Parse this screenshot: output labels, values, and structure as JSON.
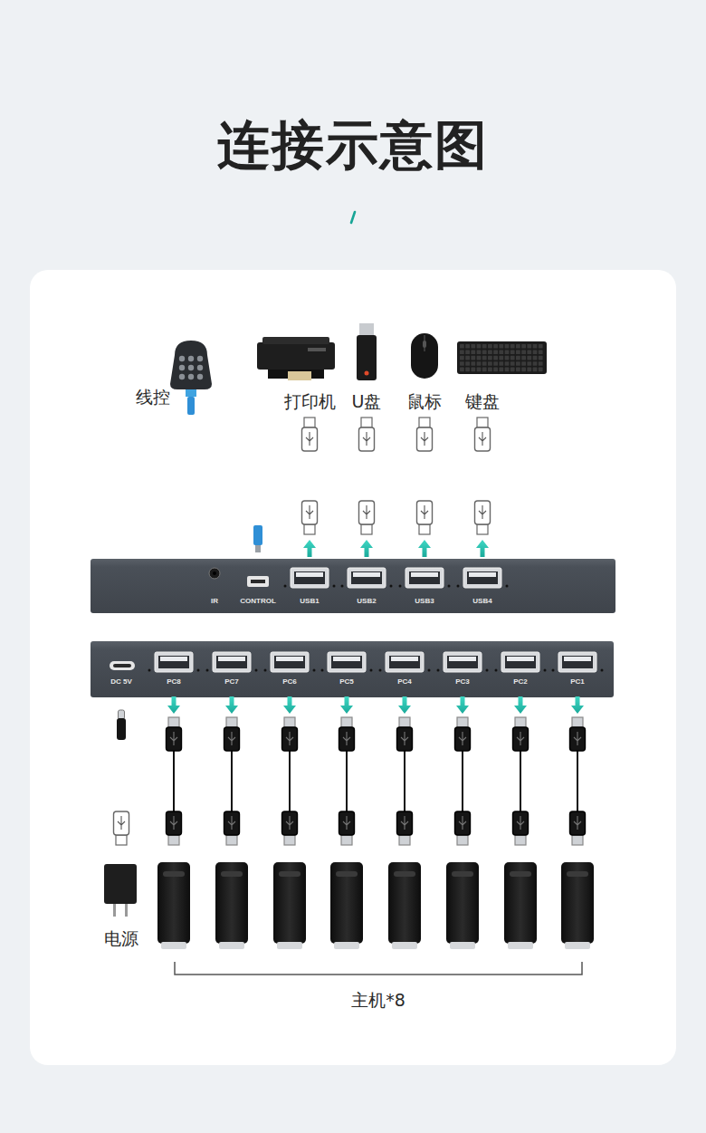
{
  "diagram": {
    "title": "连接示意图",
    "nodes": [
      {
        "text": [
          "线控"
        ]
      },
      {
        "text": [
          "打印机"
        ]
      },
      {
        "text": [
          "U盘"
        ]
      },
      {
        "text": [
          "鼠标"
        ]
      },
      {
        "text": [
          "键盘"
        ]
      },
      {
        "text": [
          "IR"
        ]
      },
      {
        "text": [
          "CONTROL"
        ]
      },
      {
        "text": [
          "USB1"
        ]
      },
      {
        "text": [
          "USB2"
        ]
      },
      {
        "text": [
          "USB3"
        ]
      },
      {
        "text": [
          "USB4"
        ]
      },
      {
        "text": [
          "DC 5V"
        ]
      },
      {
        "text": [
          "PC8"
        ]
      },
      {
        "text": [
          "PC7"
        ]
      },
      {
        "text": [
          "PC6"
        ]
      },
      {
        "text": [
          "PC5"
        ]
      },
      {
        "text": [
          "PC4"
        ]
      },
      {
        "text": [
          "PC3"
        ]
      },
      {
        "text": [
          "PC2"
        ]
      },
      {
        "text": [
          "PC1"
        ]
      },
      {
        "text": [
          "电源"
        ]
      }
    ],
    "edges": [
      {
        "from": 0,
        "to": 6,
        "arrow": "none"
      },
      {
        "from": 1,
        "to": 7,
        "arrow": "none"
      },
      {
        "from": 2,
        "to": 8,
        "arrow": "none"
      },
      {
        "from": 3,
        "to": 9,
        "arrow": "none"
      },
      {
        "from": 4,
        "to": 10,
        "arrow": "none"
      },
      {
        "from": 11,
        "to": 20,
        "arrow": "none"
      }
    ],
    "labels": [
      "主机*8"
    ]
  }
}
